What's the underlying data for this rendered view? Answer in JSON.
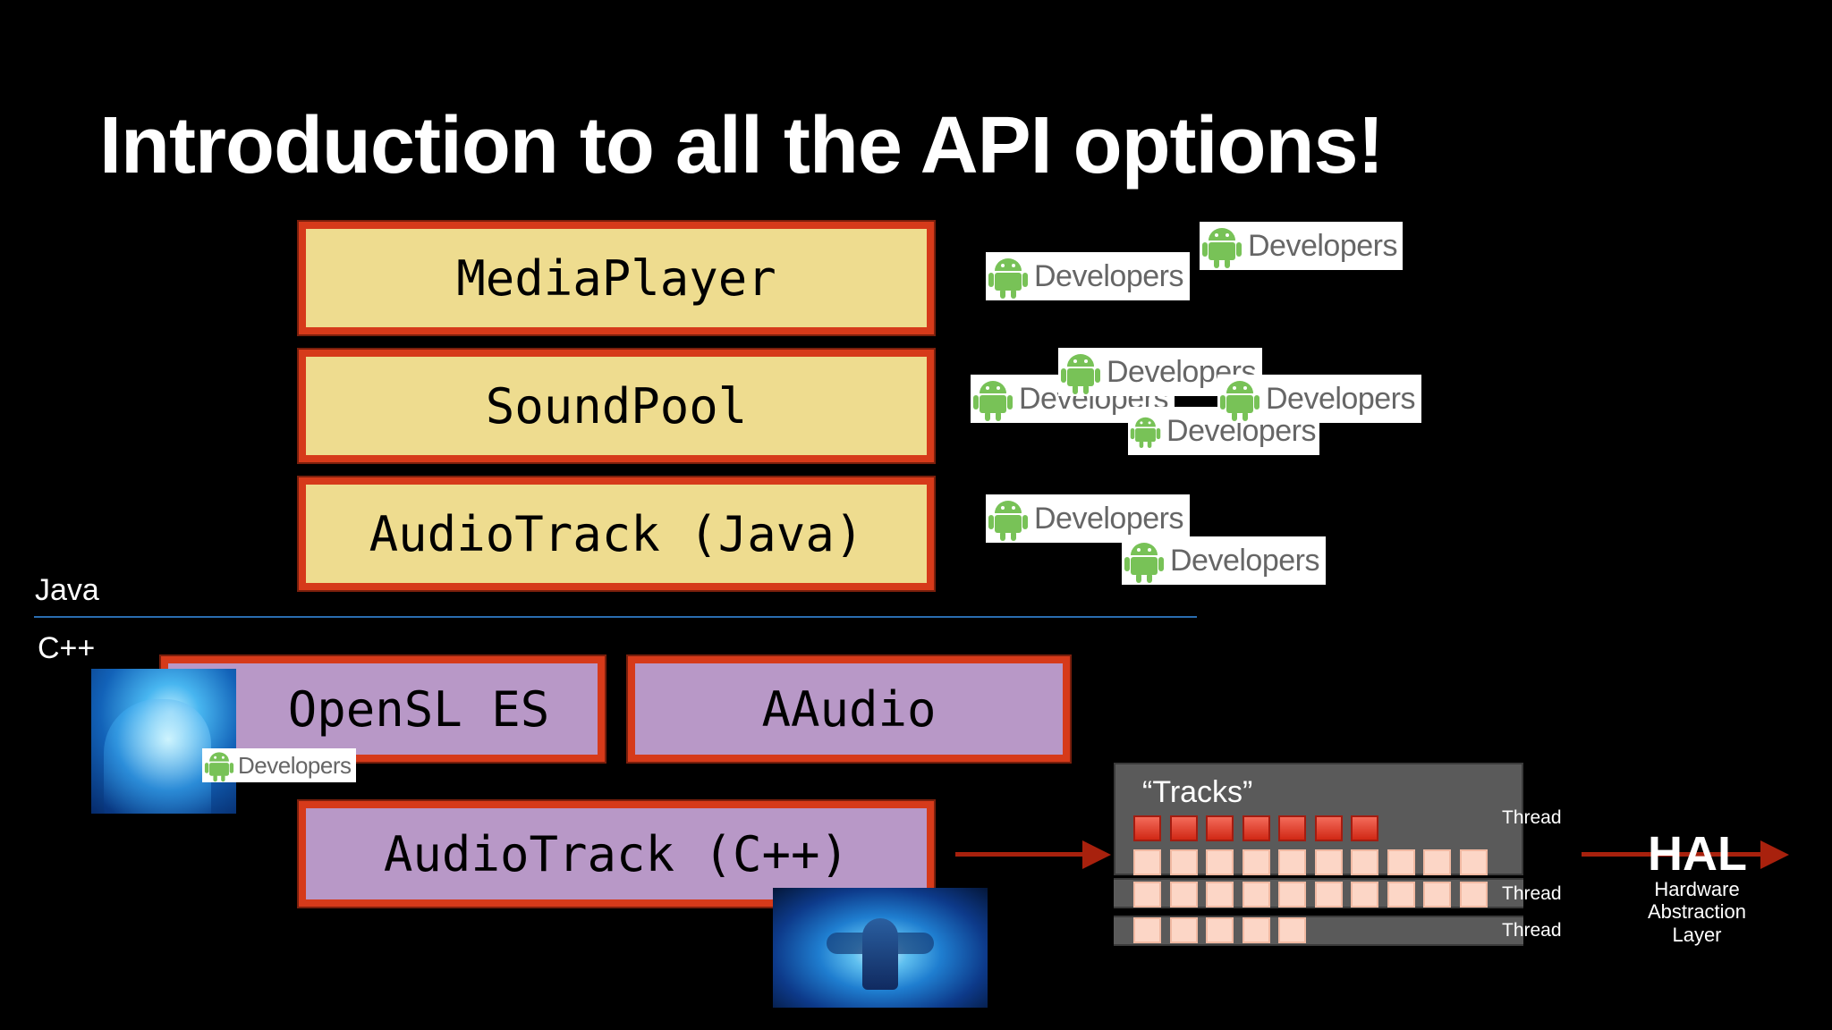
{
  "slide": {
    "title": "Introduction to all the API options!",
    "java_label": "Java",
    "cpp_label": "C++"
  },
  "api_boxes": {
    "mediaplayer": "MediaPlayer",
    "soundpool": "SoundPool",
    "audiotrack_java": "AudioTrack (Java)",
    "opensl_es": "OpenSL ES",
    "aaudio": "AAudio",
    "audiotrack_cpp": "AudioTrack (C++)"
  },
  "badges": {
    "text": "Developers",
    "icon": "android-icon",
    "icon_color": "#78c257"
  },
  "tracks": {
    "label": "“Tracks”",
    "thread_label": "Thread",
    "rows": [
      {
        "red": 7,
        "pale": 0
      },
      {
        "red": 0,
        "pale": 10
      },
      {
        "red": 0,
        "pale": 10
      },
      {
        "red": 0,
        "pale": 5
      }
    ]
  },
  "hal": {
    "title": "HAL",
    "line1": "Hardware",
    "line2": "Abstraction",
    "line3": "Layer"
  },
  "colors": {
    "background": "#000000",
    "yellow_box": "#eedc8f",
    "purple_box": "#b898c7",
    "box_border": "#d63a1a",
    "arrow": "#a8210d",
    "divider": "#2a6db0"
  }
}
